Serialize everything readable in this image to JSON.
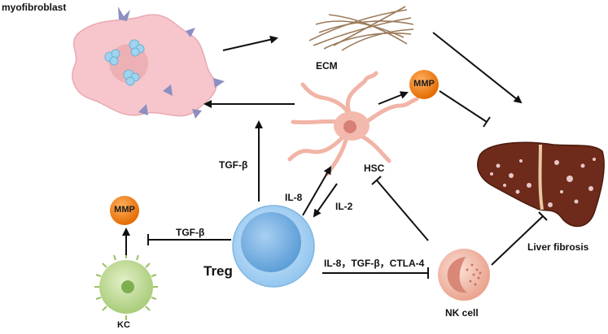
{
  "labels": {
    "myofibroblast": "myofibroblast",
    "ecm": "ECM",
    "mmp_top": "MMP",
    "mmp_left": "MMP",
    "hsc": "HSC",
    "tgf_beta_vertical": "TGF-β",
    "tgf_beta_horizontal": "TGF-β",
    "il8": "IL-8",
    "il2": "IL-2",
    "treg": "Treg",
    "kc": "KC",
    "nk_cell": "NK cell",
    "liver_fibrosis": "Liver fibrosis",
    "treg_to_nk": "IL-8，TGF-β，CTLA-4"
  },
  "colors": {
    "mmp_fill": "#f07a10",
    "liver": "#6e2a1a",
    "treg": "#9ccaf0",
    "nk": "#f2b8a8",
    "kc": "#b9d98a",
    "hsc": "#f3c2b8",
    "myofibroblast": "#f6c9cf"
  }
}
